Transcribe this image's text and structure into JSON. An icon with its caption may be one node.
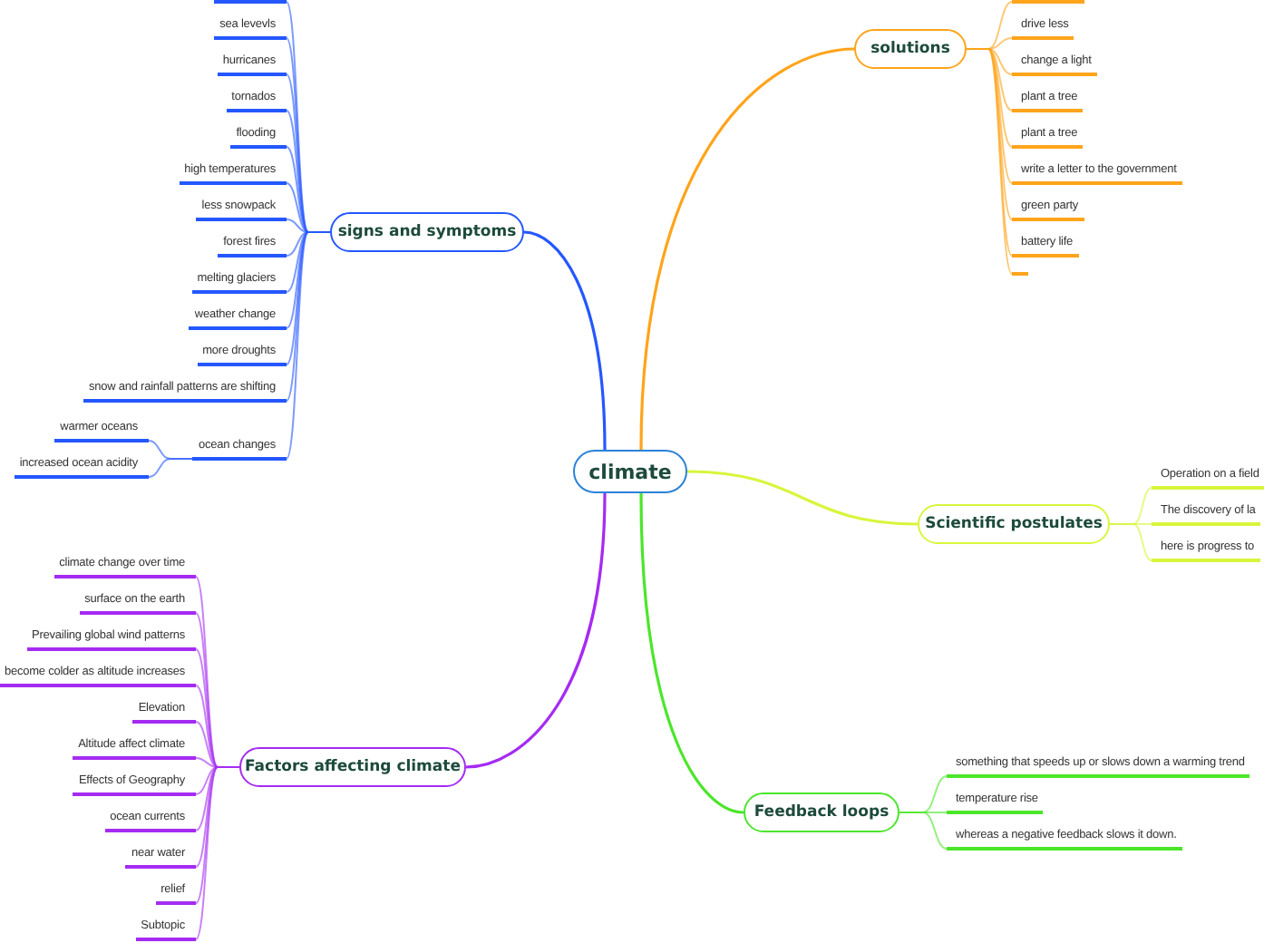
{
  "diagram": {
    "nodes": [
      {
        "text": [
          "climate"
        ]
      },
      {
        "text": [
          "signs and symptoms"
        ]
      },
      {
        "text": [],
        "shape": "bar"
      },
      {
        "text": [
          "sea levevls"
        ]
      },
      {
        "text": [
          "hurricanes"
        ]
      },
      {
        "text": [
          "tornados"
        ]
      },
      {
        "text": [
          "flooding"
        ]
      },
      {
        "text": [
          "high temperatures"
        ]
      },
      {
        "text": [
          "less snowpack"
        ]
      },
      {
        "text": [
          "forest fires"
        ]
      },
      {
        "text": [
          "melting glaciers"
        ]
      },
      {
        "text": [
          "weather change"
        ]
      },
      {
        "text": [
          "more droughts"
        ]
      },
      {
        "text": [
          "snow and rainfall patterns are shifting"
        ]
      },
      {
        "text": [
          "ocean changes"
        ]
      },
      {
        "text": [
          "warmer oceans"
        ]
      },
      {
        "text": [
          "increased ocean acidity"
        ]
      },
      {
        "text": [
          "solutions"
        ]
      },
      {
        "text": [],
        "shape": "bar"
      },
      {
        "text": [
          "drive less"
        ]
      },
      {
        "text": [
          "change a light"
        ]
      },
      {
        "text": [
          "plant a tree"
        ]
      },
      {
        "text": [
          "plant a tree"
        ]
      },
      {
        "text": [
          "write a letter to the government"
        ]
      },
      {
        "text": [
          "green party"
        ]
      },
      {
        "text": [
          "battery life"
        ]
      },
      {
        "text": [],
        "shape": "bar"
      },
      {
        "text": [
          "Scientific postulates"
        ]
      },
      {
        "text": [
          "Operation on a field"
        ]
      },
      {
        "text": [
          "The discovery of la"
        ]
      },
      {
        "text": [
          "here is progress to"
        ]
      },
      {
        "text": [
          "Feedback loops"
        ]
      },
      {
        "text": [
          "something that speeds up or slows down a warming trend"
        ]
      },
      {
        "text": [
          "temperature rise"
        ]
      },
      {
        "text": [
          "whereas a negative feedback slows it down."
        ]
      },
      {
        "text": [
          "Factors affecting climate"
        ]
      },
      {
        "text": [
          "climate change over time"
        ]
      },
      {
        "text": [
          "surface on the earth"
        ]
      },
      {
        "text": [
          "Prevailing global wind patterns"
        ]
      },
      {
        "text": [
          "become colder as altitude increases"
        ]
      },
      {
        "text": [
          "Elevation"
        ]
      },
      {
        "text": [
          "Altitude affect climate"
        ]
      },
      {
        "text": [
          "Effects of Geography"
        ]
      },
      {
        "text": [
          "ocean currents"
        ]
      },
      {
        "text": [
          "near water"
        ]
      },
      {
        "text": [
          "relief"
        ]
      },
      {
        "text": [
          "Subtopic"
        ]
      }
    ],
    "edges": [
      {
        "from": 0,
        "to": 1,
        "arrow": "none",
        "color": "#2457ff"
      },
      {
        "from": 0,
        "to": 17,
        "arrow": "none",
        "color": "#ffa41b"
      },
      {
        "from": 0,
        "to": 27,
        "arrow": "none",
        "color": "#d9f53b"
      },
      {
        "from": 0,
        "to": 31,
        "arrow": "none",
        "color": "#4be62a"
      },
      {
        "from": 0,
        "to": 35,
        "arrow": "none",
        "color": "#a52bf2"
      },
      {
        "from": 1,
        "to": 2,
        "arrow": "none",
        "color": "#2457ff"
      },
      {
        "from": 1,
        "to": 3,
        "arrow": "none",
        "color": "#2457ff"
      },
      {
        "from": 1,
        "to": 4,
        "arrow": "none",
        "color": "#2457ff"
      },
      {
        "from": 1,
        "to": 5,
        "arrow": "none",
        "color": "#2457ff"
      },
      {
        "from": 1,
        "to": 6,
        "arrow": "none",
        "color": "#2457ff"
      },
      {
        "from": 1,
        "to": 7,
        "arrow": "none",
        "color": "#2457ff"
      },
      {
        "from": 1,
        "to": 8,
        "arrow": "none",
        "color": "#2457ff"
      },
      {
        "from": 1,
        "to": 9,
        "arrow": "none",
        "color": "#2457ff"
      },
      {
        "from": 1,
        "to": 10,
        "arrow": "none",
        "color": "#2457ff"
      },
      {
        "from": 1,
        "to": 11,
        "arrow": "none",
        "color": "#2457ff"
      },
      {
        "from": 1,
        "to": 12,
        "arrow": "none",
        "color": "#2457ff"
      },
      {
        "from": 1,
        "to": 13,
        "arrow": "none",
        "color": "#2457ff"
      },
      {
        "from": 1,
        "to": 14,
        "arrow": "none",
        "color": "#2457ff"
      },
      {
        "from": 14,
        "to": 15,
        "arrow": "none",
        "color": "#2457ff"
      },
      {
        "from": 14,
        "to": 16,
        "arrow": "none",
        "color": "#2457ff"
      },
      {
        "from": 17,
        "to": 18,
        "arrow": "none",
        "color": "#ffa41b"
      },
      {
        "from": 17,
        "to": 19,
        "arrow": "none",
        "color": "#ffa41b"
      },
      {
        "from": 17,
        "to": 20,
        "arrow": "none",
        "color": "#ffa41b"
      },
      {
        "from": 17,
        "to": 21,
        "arrow": "none",
        "color": "#ffa41b"
      },
      {
        "from": 17,
        "to": 22,
        "arrow": "none",
        "color": "#ffa41b"
      },
      {
        "from": 17,
        "to": 23,
        "arrow": "none",
        "color": "#ffa41b"
      },
      {
        "from": 17,
        "to": 24,
        "arrow": "none",
        "color": "#ffa41b"
      },
      {
        "from": 17,
        "to": 25,
        "arrow": "none",
        "color": "#ffa41b"
      },
      {
        "from": 17,
        "to": 26,
        "arrow": "none",
        "color": "#ffa41b"
      },
      {
        "from": 27,
        "to": 28,
        "arrow": "none",
        "color": "#d9f53b"
      },
      {
        "from": 27,
        "to": 29,
        "arrow": "none",
        "color": "#d9f53b"
      },
      {
        "from": 27,
        "to": 30,
        "arrow": "none",
        "color": "#d9f53b"
      },
      {
        "from": 31,
        "to": 32,
        "arrow": "none",
        "color": "#4be62a"
      },
      {
        "from": 31,
        "to": 33,
        "arrow": "none",
        "color": "#4be62a"
      },
      {
        "from": 31,
        "to": 34,
        "arrow": "none",
        "color": "#4be62a"
      },
      {
        "from": 35,
        "to": 36,
        "arrow": "none",
        "color": "#a52bf2"
      },
      {
        "from": 35,
        "to": 37,
        "arrow": "none",
        "color": "#a52bf2"
      },
      {
        "from": 35,
        "to": 38,
        "arrow": "none",
        "color": "#a52bf2"
      },
      {
        "from": 35,
        "to": 39,
        "arrow": "none",
        "color": "#a52bf2"
      },
      {
        "from": 35,
        "to": 40,
        "arrow": "none",
        "color": "#a52bf2"
      },
      {
        "from": 35,
        "to": 41,
        "arrow": "none",
        "color": "#a52bf2"
      },
      {
        "from": 35,
        "to": 42,
        "arrow": "none",
        "color": "#a52bf2"
      },
      {
        "from": 35,
        "to": 43,
        "arrow": "none",
        "color": "#a52bf2"
      },
      {
        "from": 35,
        "to": 44,
        "arrow": "none",
        "color": "#a52bf2"
      },
      {
        "from": 35,
        "to": 45,
        "arrow": "none",
        "color": "#a52bf2"
      },
      {
        "from": 35,
        "to": 46,
        "arrow": "none",
        "color": "#a52bf2"
      }
    ]
  }
}
